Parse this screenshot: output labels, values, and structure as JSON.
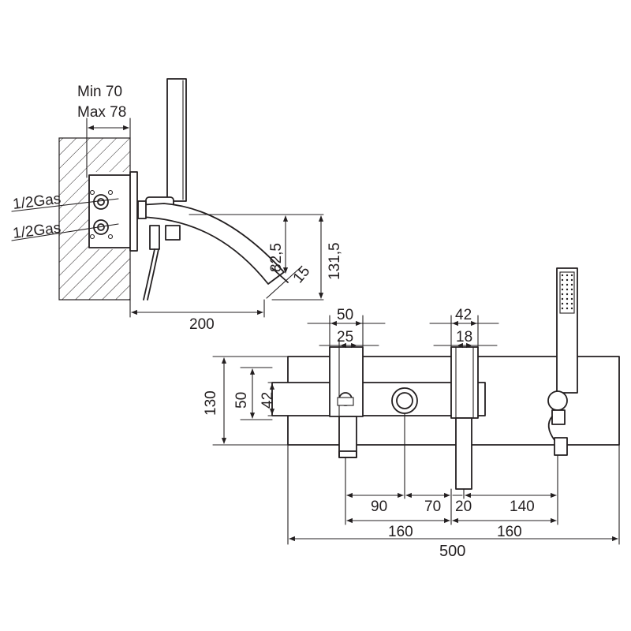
{
  "side_view": {
    "wall_thickness_min": "Min 70",
    "wall_thickness_max": "Max 78",
    "inlet_upper": "1/2Gas",
    "inlet_lower": "1/2Gas",
    "spout_reach": "200",
    "spout_height": "82,5",
    "overall_height": "131,5",
    "outlet_gap": "15"
  },
  "front_view": {
    "plate_height": "130",
    "inner_height": "50",
    "handle_height": "42",
    "spout_width": "50",
    "spout_inner": "25",
    "pillar_width": "42",
    "pillar_inner": "18",
    "gap_1": "90",
    "gap_2": "70",
    "gap_3": "20",
    "gap_4": "140",
    "half_left": "160",
    "half_right": "160",
    "total_width": "500"
  }
}
